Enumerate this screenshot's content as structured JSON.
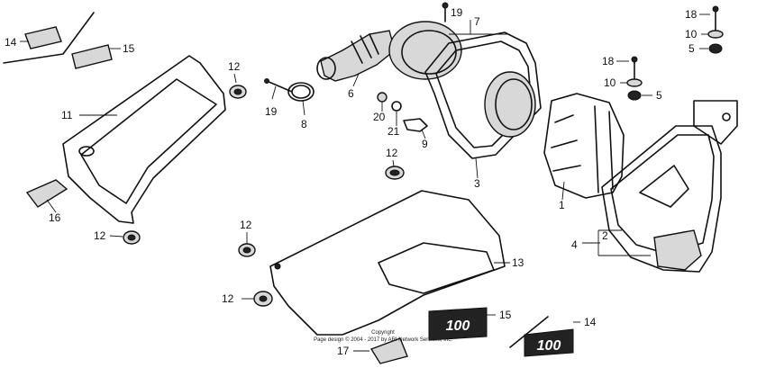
{
  "callouts": {
    "c1": "1",
    "c2": "2",
    "c3": "3",
    "c4": "4",
    "c5a": "5",
    "c5b": "5",
    "c6": "6",
    "c7": "7",
    "c8": "8",
    "c9": "9",
    "c10a": "10",
    "c10b": "10",
    "c11": "11",
    "c12a": "12",
    "c12b": "12",
    "c12c": "12",
    "c12d": "12",
    "c12e": "12",
    "c13": "13",
    "c14a": "14",
    "c14b": "14",
    "c15a": "15",
    "c15b": "15",
    "c16": "16",
    "c17": "17",
    "c18a": "18",
    "c18b": "18",
    "c19a": "19",
    "c19b": "19",
    "c20": "20",
    "c21": "21"
  },
  "emblem_text": "100",
  "copyright": {
    "line1": "Copyright",
    "line2": "Page design © 2004 - 2017 by ARI Network Services, Inc."
  }
}
